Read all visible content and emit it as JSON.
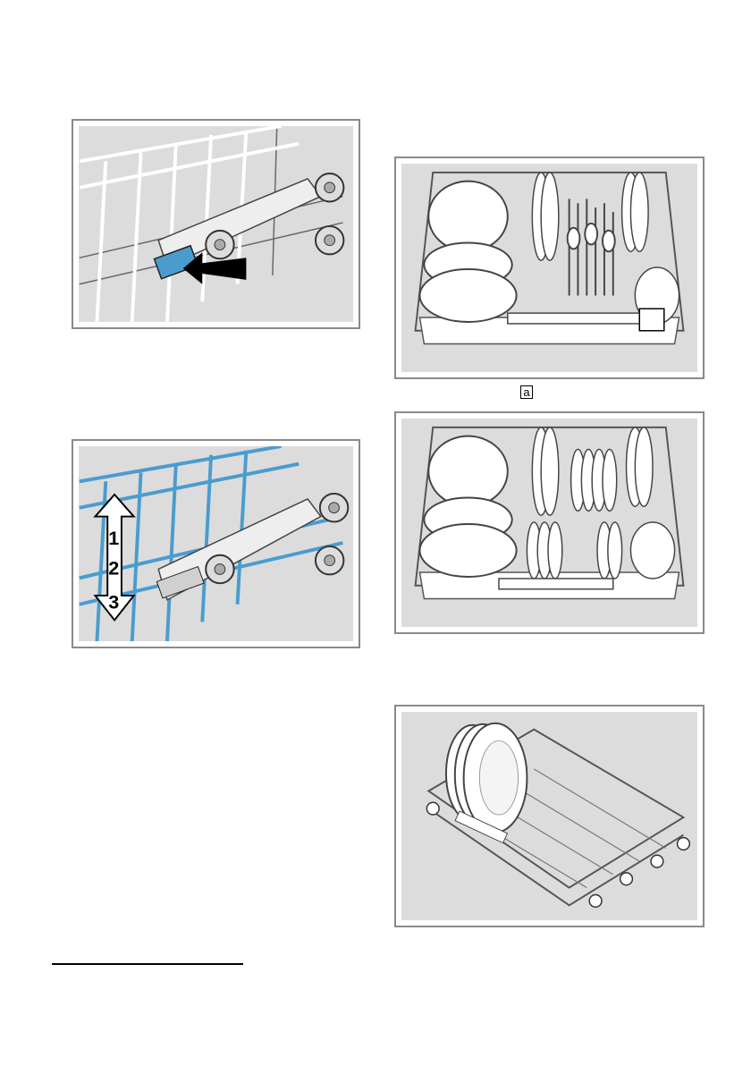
{
  "callout": {
    "label": "a"
  },
  "figure2": {
    "positions": [
      "1",
      "2",
      "3"
    ]
  },
  "colors": {
    "figure_bg": "#dcdcdc",
    "rack": "#ffffff",
    "highlight": "#4a9ccf",
    "frame": "#8a8a8a"
  }
}
